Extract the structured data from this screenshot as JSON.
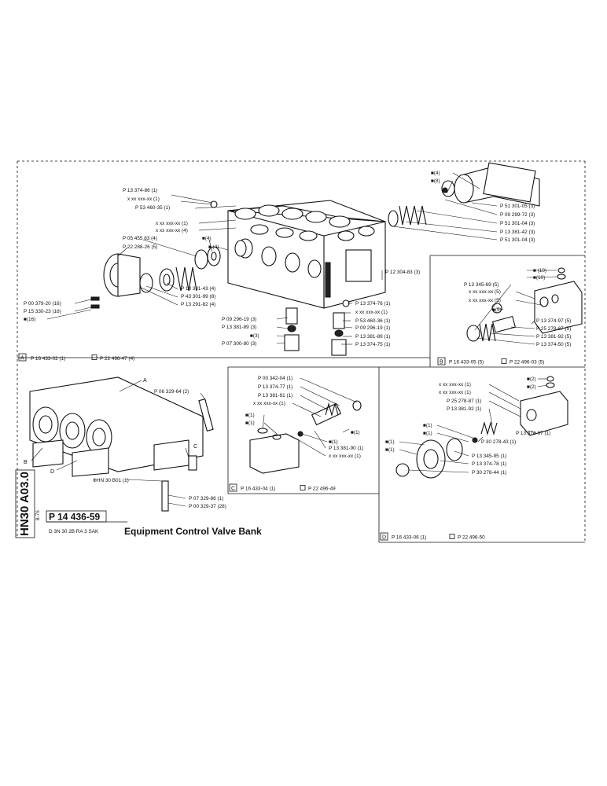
{
  "header": {
    "drawing_number": "P 14 436-59",
    "subcode": "D 3N 30 2B RA 3 SAK",
    "title": "Equipment Control Valve Bank",
    "side_code": "HN30 A03.0",
    "side_date": "8-76"
  },
  "sections": {
    "A": {
      "letter": "A",
      "ref1": "P 16 433-02 (1)",
      "ref2": "P 22 496-47 (4)"
    },
    "B": {
      "letter": "B",
      "ref1": "P 16 433-05 (5)",
      "ref2": "P 22 496-03 (5)"
    },
    "C": {
      "letter": "C",
      "ref1": "P 16 433-04 (1)",
      "ref2": "P 22 496-49"
    },
    "D": {
      "letter": "D",
      "ref1": "P 16 433-06 (1)",
      "ref2": "P 22 496-50"
    }
  },
  "labels": {
    "main": [
      "P 13 374-86 (1)",
      "x xx xxx-xx (1)",
      "P 53 460-35 (1)",
      "x xx xxx-xx (1)",
      "x xx xxx-xx (4)",
      "P 05 455 83 (4)",
      "■(4)",
      "P 22 288-26 (5)",
      "■ (4)",
      "P 13 381-43 (4)",
      "P 43 301-99 (8)",
      "P 13 291-82 (4)",
      "P 00 379-20 (16)",
      "P 15 330-23 (16)",
      "■(16)",
      "P 12 304-83 (3)",
      "P 13 374-76 (1)",
      "x xx xxx-xx (1)",
      "P 53 460-36 (1)",
      "P 09 296-19 (3)",
      "P 13 381-89 (3)",
      "■(3)",
      "P 07 300-80 (3)",
      "P 09 296-19 (1)",
      "P 13 381-89 (1)",
      "P 13 374-75 (1)",
      "■(4)",
      "■(8)",
      "P 51 301-05 (3)",
      "P 09 299-72 (3)",
      "P 51 301-04 (3)",
      "P 13 381-42 (3)",
      "P 51 301-04 (3)"
    ],
    "b": [
      "■ (10)",
      "■(10)",
      "P 13 345-69 (5)",
      "x xx xxx-xx (5)",
      "x xx xxx-xx (5)",
      "■(5)",
      "P 13 374-97 (5)",
      "P 25 278-87 (5)",
      "P 13 381-92 (5)",
      "P 13 374-50 (5)"
    ],
    "assembly": [
      "A",
      "P 06 329-64 (2)",
      "B",
      "C",
      "D",
      "ФHN 30 B01 (1)",
      "P 07 329-86 (1)",
      "P 00 329-37 (28)"
    ],
    "c": [
      "P 00 342-04 (1)",
      "P 13 374-77 (1)",
      "P 13 381-91 (1)",
      "x xx xxx-xx (1)",
      "■(1)",
      "■(1)",
      "■(1)",
      "■(1)",
      "P 13 381-90 (1)",
      "x xx xxx-xx (1)"
    ],
    "d": [
      "x xx xxx-xx (1)",
      "x xx xxx-xx (1)",
      "P 25 278-87 (1)",
      "P 13 381-92 (1)",
      "■(2)",
      "■(2)",
      "■(1)",
      "■(1)",
      "■(1)",
      "■(1)",
      "P 13 374-97 (1)",
      "P 30 278-43 (1)",
      "P 13 345-95 (1)",
      "P 13 374-78 (1)",
      "P 30 278-44 (1)"
    ]
  }
}
